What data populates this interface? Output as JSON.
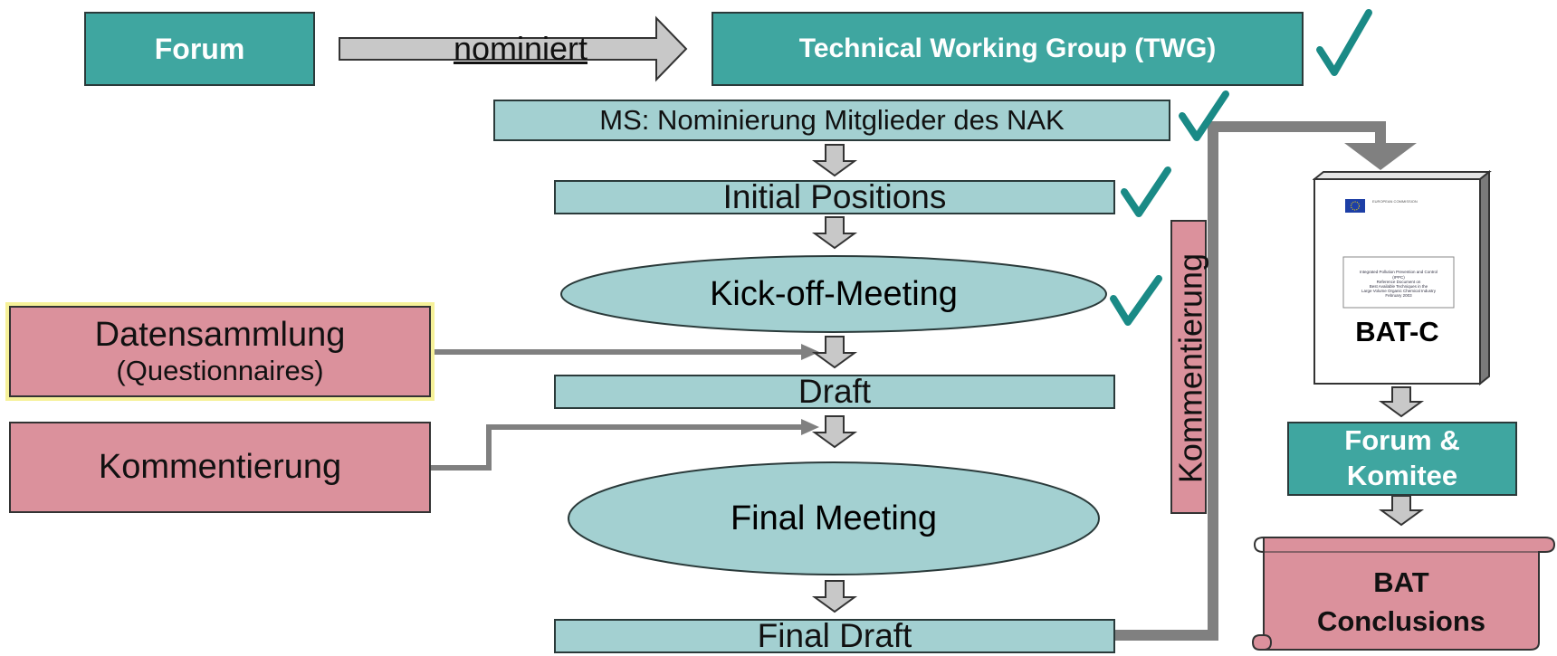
{
  "top": {
    "forum": "Forum",
    "nominiert": "nominiert",
    "twg": "Technical Working Group (TWG)"
  },
  "flow": {
    "ms": "MS: Nominierung Mitglieder des NAK",
    "initial": "Initial Positions",
    "kickoff": "Kick-off-Meeting",
    "draft": "Draft",
    "final_meeting": "Final Meeting",
    "final_draft": "Final Draft"
  },
  "left": {
    "datensammlung": "Datensammlung",
    "questionnaires": "(Questionnaires)",
    "kommentierung": "Kommentierung"
  },
  "right": {
    "kommentierung_vertical": "Kommentierung",
    "bat_c": "BAT-C",
    "doc_header": "EUROPEAN COMMISSION",
    "doc_title_1": "Integrated Pollution Prevention and Control",
    "doc_title_2": "(IPPC)",
    "doc_title_3": "Reference Document on",
    "doc_title_4": "Best Available Techniques in the",
    "doc_title_5": "Large Volume Organic Chemical Industry",
    "doc_title_6": "February 2003",
    "forum_komitee_1": "Forum &",
    "forum_komitee_2": "Komitee",
    "bat_conclusions_1": "BAT",
    "bat_conclusions_2": "Conclusions"
  },
  "colors": {
    "teal": "#3fa6a0",
    "light_teal": "#a3d0d1",
    "pink": "#db919c",
    "check": "#1a8a86",
    "connector": "#808080"
  }
}
